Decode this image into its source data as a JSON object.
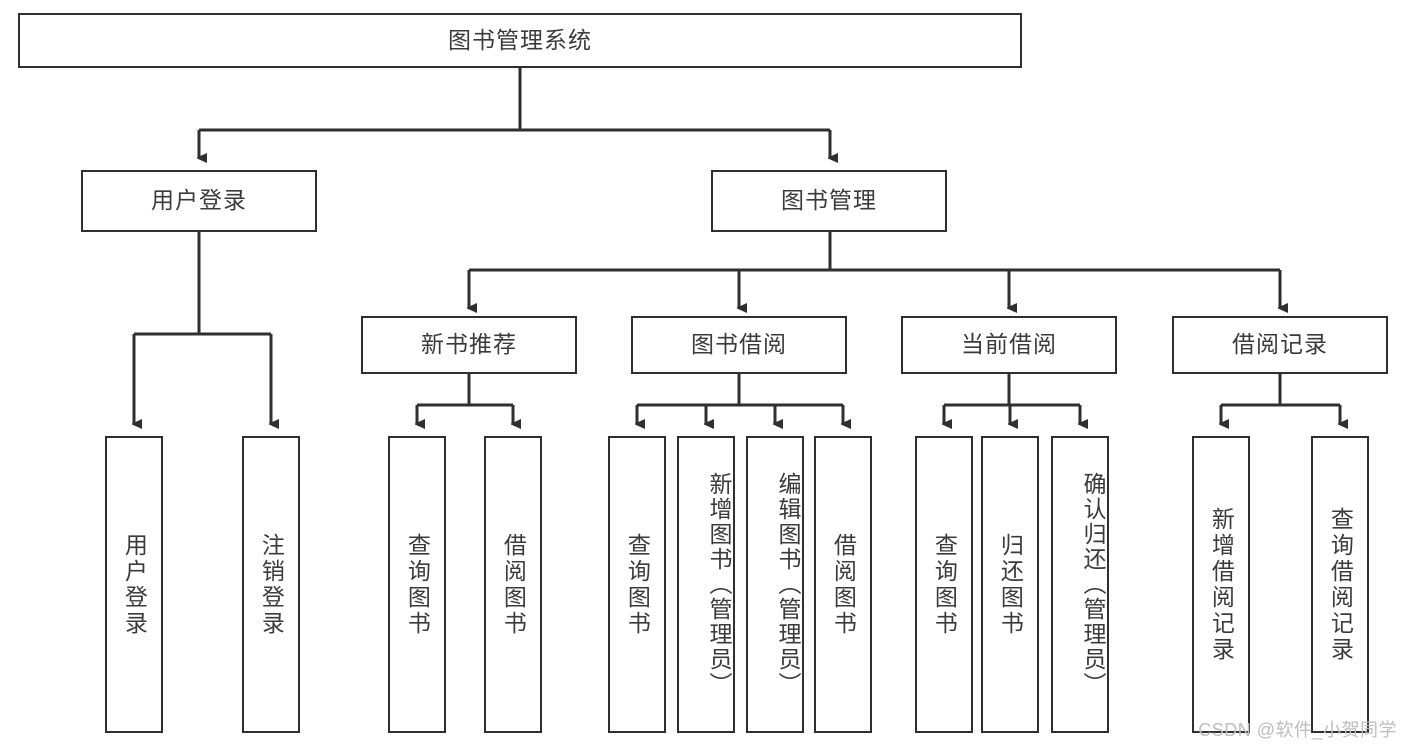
{
  "diagram": {
    "title": "图书管理系统",
    "type": "tree-hierarchy-chart",
    "root": {
      "label": "图书管理系统"
    },
    "level2": [
      {
        "label": "用户登录"
      },
      {
        "label": "图书管理"
      }
    ],
    "level3": [
      {
        "label": "新书推荐"
      },
      {
        "label": "图书借阅"
      },
      {
        "label": "当前借阅"
      },
      {
        "label": "借阅记录"
      }
    ],
    "leaves": {
      "user_login": [
        {
          "label": "用户登录"
        },
        {
          "label": "注销登录"
        }
      ],
      "new_book_recommend": [
        {
          "label": "查询图书"
        },
        {
          "label": "借阅图书"
        }
      ],
      "book_borrow": [
        {
          "label": "查询图书"
        },
        {
          "label": "新增图书（管理员）"
        },
        {
          "label": "编辑图书（管理员）"
        },
        {
          "label": "借阅图书"
        }
      ],
      "current_borrow": [
        {
          "label": "查询图书"
        },
        {
          "label": "归还图书"
        },
        {
          "label": "确认归还（管理员）"
        }
      ],
      "borrow_record": [
        {
          "label": "新增借阅记录"
        },
        {
          "label": "查询借阅记录"
        }
      ]
    }
  },
  "watermark": {
    "text": "CSDN @软件_小贺同学"
  },
  "colors": {
    "box_border": "#2f2f2f",
    "box_fill": "#ffffff",
    "text": "#3b3b3b",
    "edge": "#2f2f2f",
    "watermark": "#bdbdbd",
    "background": "#ffffff"
  }
}
